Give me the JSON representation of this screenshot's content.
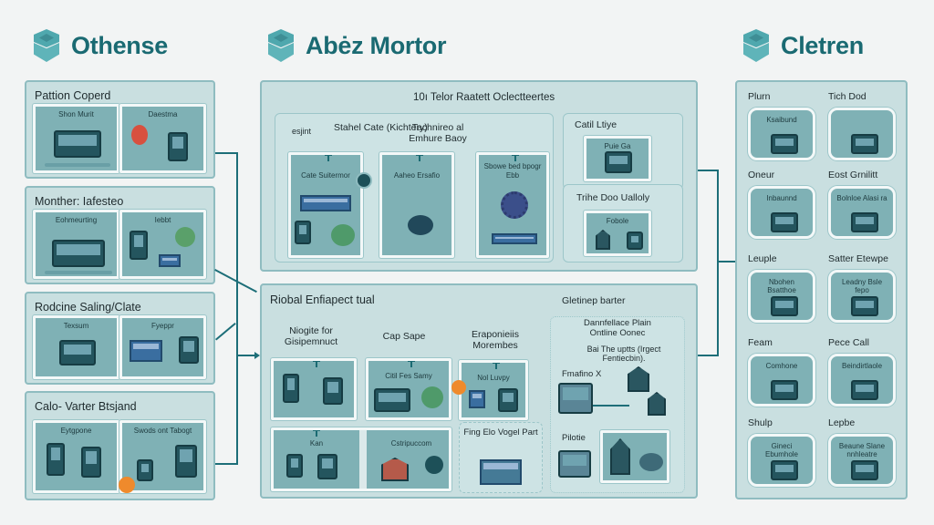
{
  "headers": [
    {
      "title": "Othense",
      "icon": "layered-cube-icon"
    },
    {
      "title": "Abėz Mortor",
      "icon": "layered-cube-icon"
    },
    {
      "title": "Cletren",
      "icon": "layered-cube-icon"
    }
  ],
  "left_column": {
    "panels": [
      {
        "title": "Pattion Coperd",
        "cards": [
          {
            "label": "Shon Murit"
          },
          {
            "label": "Daestma"
          }
        ]
      },
      {
        "title": "Monther: Iafesteo",
        "cards": [
          {
            "label": "Eohmeurting"
          },
          {
            "label": "Iebbt"
          }
        ]
      },
      {
        "title": "Rodcine Saling/Clate",
        "cards": [
          {
            "label": "Texsum"
          },
          {
            "label": "Fyeppr"
          }
        ]
      },
      {
        "title": "Calo- Varter Btsjand",
        "cards": [
          {
            "label": "Eytgpone"
          },
          {
            "label": "Swods ont Tabogt"
          }
        ]
      }
    ]
  },
  "center_top": {
    "title": "10ı Telor Raatett Oclectteertes",
    "group": {
      "columns": [
        {
          "heading": "Stahel Cate (Kichtery)",
          "card_label": "Cate Suitermor"
        },
        {
          "heading": "Tachnireo al Emhure Baoy",
          "card_label": "Aaheo Ersafio"
        },
        {
          "heading": "",
          "card_label": "Sbowe bed bpogr Ebb"
        }
      ],
      "side_note": "esjint"
    },
    "side": {
      "sections": [
        {
          "title": "Catil Ltiye",
          "card_label": "Puie Ga"
        },
        {
          "title": "Trihe Doo Ualloly",
          "card_label": "Fobole"
        }
      ]
    }
  },
  "center_bottom": {
    "title": "Riobal Enfiapect tual",
    "columns": [
      {
        "heading": "Niogite for Gisipemnuct",
        "card_label": ""
      },
      {
        "heading": "Cap Sape",
        "card_label": "Citil Fes Samy"
      },
      {
        "heading": "Eraponieiis Morembes",
        "card_label": "Nol Luvpy"
      }
    ],
    "bottom_cards": [
      {
        "label": "Kan"
      },
      {
        "label": "Cstripuccom"
      },
      {
        "label": "Fing Elo Vogel Part"
      }
    ],
    "side": {
      "title": "Gletinep barter",
      "house_title": "Dannfellace Plain Ontline Oonec",
      "house_note": "Bai The uptts (Irgect Fentiecbin).",
      "label_a": "Fmafino X",
      "label_b": "Pilotie"
    }
  },
  "right_column": {
    "items": [
      {
        "title": "Plurn",
        "card_label": "Ksaibund"
      },
      {
        "title": "Tich Dod",
        "card_label": ""
      },
      {
        "title": "Oneur",
        "card_label": "Inbaunnd"
      },
      {
        "title": "Eost Grnilitt",
        "card_label": "Bolnloe Alasi ra"
      },
      {
        "title": "Leuple",
        "card_label": "Nbohen Bsatthoe"
      },
      {
        "title": "Satter Etewpe",
        "card_label": "Leadny Bsle fepo"
      },
      {
        "title": "Feam",
        "card_label": "Comhone"
      },
      {
        "title": "Pece Call",
        "card_label": "Beindirtlaole"
      },
      {
        "title": "Shulp",
        "card_label": "Gineci Ebumhole"
      },
      {
        "title": "Lepbe",
        "card_label": "Beaune Slane nnhleatre"
      }
    ]
  },
  "colors": {
    "brand": "#1a6a72",
    "panel_bg": "#c9dfe0",
    "panel_border": "#8fbcc0",
    "card_bg": "#7fb1b5",
    "connector": "#1d6e78",
    "page_bg": "#f2f4f4"
  }
}
